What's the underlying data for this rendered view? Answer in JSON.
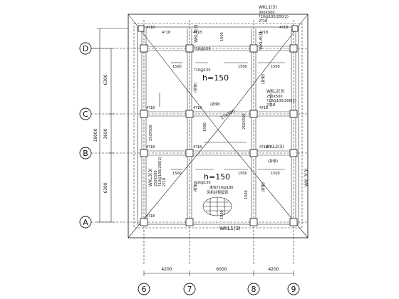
{
  "axes": {
    "rows": [
      "D",
      "C",
      "B",
      "A"
    ],
    "cols": [
      "6",
      "7",
      "8",
      "9"
    ]
  },
  "dimensions": {
    "left": [
      "6300",
      "3600",
      "6300",
      "18000"
    ],
    "bottom": [
      "4200",
      "6000",
      "4200"
    ]
  },
  "slab": {
    "thickness_top": "h=150",
    "thickness_bottom": "h=150",
    "note_rebar": "未标?10@180",
    "note_shaft": "风机井预留洞"
  },
  "beams": {
    "wkl1_top": "WKL1(3)",
    "wkl1_top_size": "300X500",
    "wkl1_top_stirrup": "?10@100/200(2)",
    "wkl1_top_bars": "2?18",
    "wkl4": "WKL4(3)",
    "wkl4_b": "WKL4(3)",
    "wkl2_mid": "WKL2(3)",
    "wkl2_size": "250X500",
    "wkl2_stirrup": "?10@100/200(2)",
    "wkl2_bars": "2?18",
    "wkl2_lower": "WKL2(3)",
    "wkl3_left": "WKL3(3)",
    "wkl3_size": "250X500",
    "wkl3_stirrup": "?10@100/200(2)",
    "wkl3_bars": "2?18",
    "wkl3_right": "WKL3(3)",
    "wkl1_bottom": "WKL1(3)",
    "col_size": "250X500",
    "col_size_b": "250X500"
  },
  "rebar_labels": [
    "4?18",
    "4?18",
    "4?18",
    "4?18",
    "4?18",
    "4?18",
    "4?18",
    "4?18",
    "4?18",
    "4?18",
    "4?18",
    "4?18"
  ],
  "length_labels": [
    "1500",
    "1500",
    "1500",
    "1500",
    "1500",
    "1500",
    "1500",
    "1500",
    "1500",
    "1500"
  ],
  "tags": [
    "(折架)",
    "(折架)",
    "(折架)",
    "(折架)",
    "(折架)",
    "(折架)"
  ],
  "misc": {
    "r1": "?10@150",
    "r2": "?10@150",
    "r3": "?10@150",
    "stair": "2?4300"
  }
}
